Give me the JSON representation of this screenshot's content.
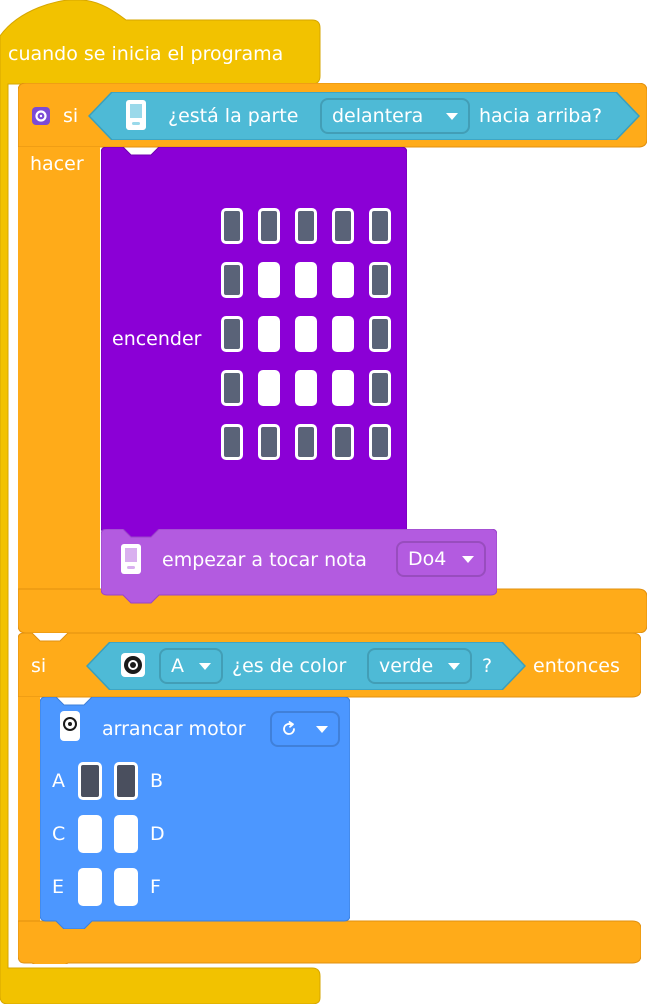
{
  "hat_block": {
    "label": "cuando se inicia el programa",
    "color": "#f2c200"
  },
  "if_else": {
    "settings_icon": "gear-icon",
    "si_label": "si",
    "hacer_label": "hacer",
    "color": "#ffab19",
    "condition": {
      "icon": "hub-icon",
      "text_before": "¿está la parte",
      "dropdown_value": "delantera",
      "text_after": "hacia arriba?",
      "color": "#4ebad6"
    }
  },
  "display_block": {
    "label": "encender",
    "color": "#8b00d6",
    "matrix": [
      [
        1,
        1,
        1,
        1,
        1
      ],
      [
        1,
        0,
        0,
        0,
        1
      ],
      [
        1,
        0,
        0,
        0,
        1
      ],
      [
        1,
        0,
        0,
        0,
        1
      ],
      [
        1,
        1,
        1,
        1,
        1
      ]
    ]
  },
  "sound_block": {
    "icon": "hub-icon",
    "label": "empezar a tocar nota",
    "note": "Do4",
    "color": "#b35be0"
  },
  "if_then": {
    "si_label": "si",
    "entonces_label": "entonces",
    "color": "#ffab19",
    "condition": {
      "sensor_icon": "color-sensor-icon",
      "port": "A",
      "text": "¿es de color",
      "color_value": "verde",
      "question_mark": "?",
      "color": "#4ebad6"
    }
  },
  "motor_block": {
    "icon": "motor-icon",
    "label": "arrancar motor",
    "direction_icon": "clockwise-icon",
    "color": "#4c97ff",
    "ports": [
      {
        "left": "A",
        "right": "B",
        "left_on": true,
        "right_on": true
      },
      {
        "left": "C",
        "right": "D",
        "left_on": false,
        "right_on": false
      },
      {
        "left": "E",
        "right": "F",
        "left_on": false,
        "right_on": false
      }
    ]
  }
}
